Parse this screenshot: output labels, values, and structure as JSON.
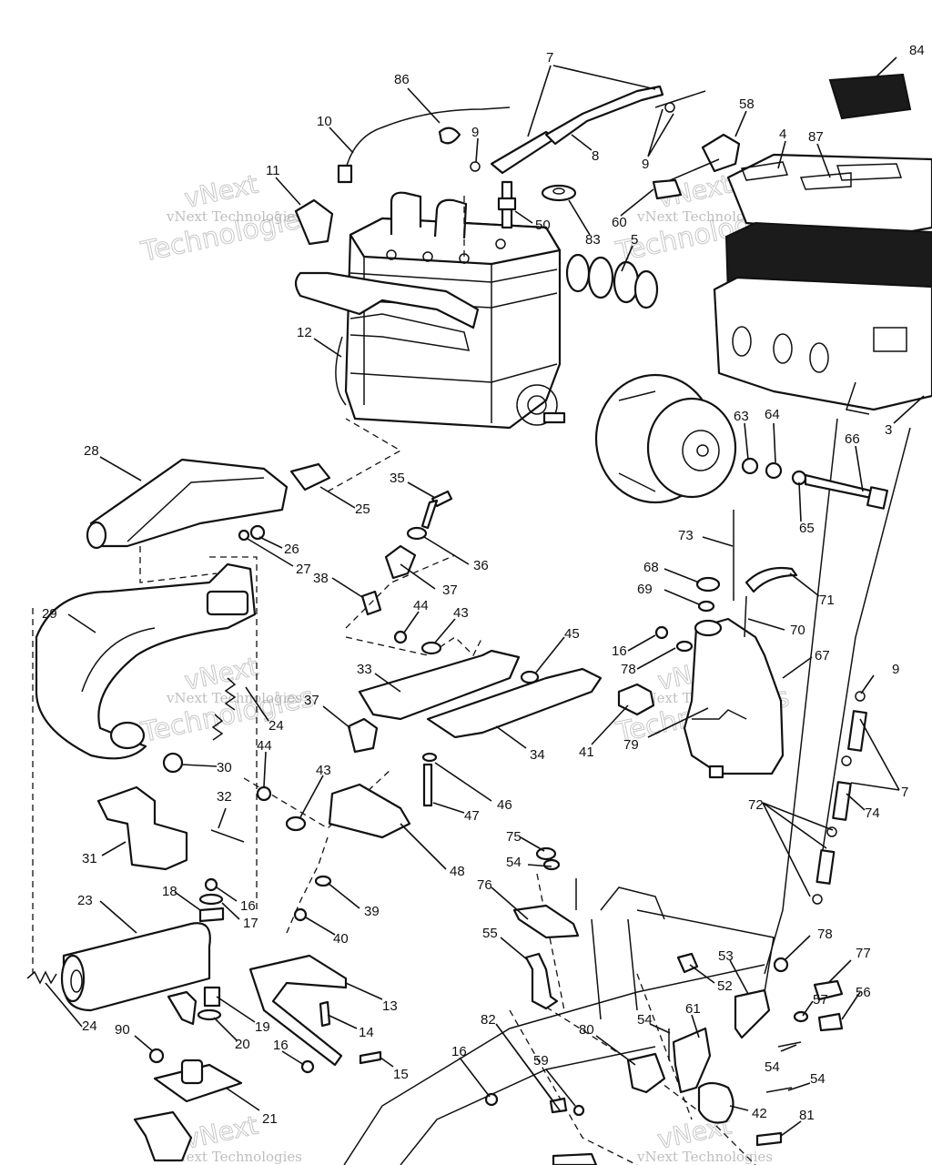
{
  "watermark": {
    "line1": "vNext",
    "line2": "vNext Technologies",
    "line3": "Technologies"
  },
  "callouts": [
    {
      "id": "c86",
      "label": "86"
    },
    {
      "id": "c7a",
      "label": "7"
    },
    {
      "id": "c84",
      "label": "84"
    },
    {
      "id": "c10",
      "label": "10"
    },
    {
      "id": "c9a",
      "label": "9"
    },
    {
      "id": "c8",
      "label": "8"
    },
    {
      "id": "c58",
      "label": "58"
    },
    {
      "id": "c4",
      "label": "4"
    },
    {
      "id": "c87",
      "label": "87"
    },
    {
      "id": "c9b",
      "label": "9"
    },
    {
      "id": "c11",
      "label": "11"
    },
    {
      "id": "c50",
      "label": "50"
    },
    {
      "id": "c83",
      "label": "83"
    },
    {
      "id": "c60",
      "label": "60"
    },
    {
      "id": "c5",
      "label": "5"
    },
    {
      "id": "c12",
      "label": "12"
    },
    {
      "id": "c3",
      "label": "3"
    },
    {
      "id": "c28",
      "label": "28"
    },
    {
      "id": "c63",
      "label": "63"
    },
    {
      "id": "c64",
      "label": "64"
    },
    {
      "id": "c66",
      "label": "66"
    },
    {
      "id": "c25",
      "label": "25"
    },
    {
      "id": "c35",
      "label": "35"
    },
    {
      "id": "c65",
      "label": "65"
    },
    {
      "id": "c26",
      "label": "26"
    },
    {
      "id": "c27",
      "label": "27"
    },
    {
      "id": "c36",
      "label": "36"
    },
    {
      "id": "c73",
      "label": "73"
    },
    {
      "id": "c38",
      "label": "38"
    },
    {
      "id": "c37a",
      "label": "37"
    },
    {
      "id": "c68",
      "label": "68"
    },
    {
      "id": "c29",
      "label": "29"
    },
    {
      "id": "c44a",
      "label": "44"
    },
    {
      "id": "c43a",
      "label": "43"
    },
    {
      "id": "c69",
      "label": "69"
    },
    {
      "id": "c71",
      "label": "71"
    },
    {
      "id": "c45",
      "label": "45"
    },
    {
      "id": "c70",
      "label": "70"
    },
    {
      "id": "c16a",
      "label": "16"
    },
    {
      "id": "c78a",
      "label": "78"
    },
    {
      "id": "c67",
      "label": "67"
    },
    {
      "id": "c33",
      "label": "33"
    },
    {
      "id": "c9c",
      "label": "9"
    },
    {
      "id": "c37b",
      "label": "37"
    },
    {
      "id": "c24a",
      "label": "24"
    },
    {
      "id": "c41",
      "label": "41"
    },
    {
      "id": "c79",
      "label": "79"
    },
    {
      "id": "c34",
      "label": "34"
    },
    {
      "id": "c30",
      "label": "30"
    },
    {
      "id": "c44b",
      "label": "44"
    },
    {
      "id": "c7b",
      "label": "7"
    },
    {
      "id": "c43b",
      "label": "43"
    },
    {
      "id": "c46",
      "label": "46"
    },
    {
      "id": "c32",
      "label": "32"
    },
    {
      "id": "c72",
      "label": "72"
    },
    {
      "id": "c74",
      "label": "74"
    },
    {
      "id": "c47",
      "label": "47"
    },
    {
      "id": "c31",
      "label": "31"
    },
    {
      "id": "c75",
      "label": "75"
    },
    {
      "id": "c54a",
      "label": "54"
    },
    {
      "id": "c48",
      "label": "48"
    },
    {
      "id": "c23",
      "label": "23"
    },
    {
      "id": "c18",
      "label": "18"
    },
    {
      "id": "c16b",
      "label": "16"
    },
    {
      "id": "c17",
      "label": "17"
    },
    {
      "id": "c76",
      "label": "76"
    },
    {
      "id": "c39",
      "label": "39"
    },
    {
      "id": "c40",
      "label": "40"
    },
    {
      "id": "c78b",
      "label": "78"
    },
    {
      "id": "c77",
      "label": "77"
    },
    {
      "id": "c55",
      "label": "55"
    },
    {
      "id": "c53",
      "label": "53"
    },
    {
      "id": "c52",
      "label": "52"
    },
    {
      "id": "c13",
      "label": "13"
    },
    {
      "id": "c56",
      "label": "56"
    },
    {
      "id": "c57",
      "label": "57"
    },
    {
      "id": "c24b",
      "label": "24"
    },
    {
      "id": "c19",
      "label": "19"
    },
    {
      "id": "c14",
      "label": "14"
    },
    {
      "id": "c90",
      "label": "90"
    },
    {
      "id": "c82",
      "label": "82"
    },
    {
      "id": "c80",
      "label": "80"
    },
    {
      "id": "c61",
      "label": "61"
    },
    {
      "id": "c54b",
      "label": "54"
    },
    {
      "id": "c20",
      "label": "20"
    },
    {
      "id": "c16c",
      "label": "16"
    },
    {
      "id": "c16d",
      "label": "16"
    },
    {
      "id": "c54c",
      "label": "54"
    },
    {
      "id": "c15",
      "label": "15"
    },
    {
      "id": "c59",
      "label": "59"
    },
    {
      "id": "c54d",
      "label": "54"
    },
    {
      "id": "c21",
      "label": "21"
    },
    {
      "id": "c42",
      "label": "42"
    },
    {
      "id": "c81",
      "label": "81"
    }
  ]
}
